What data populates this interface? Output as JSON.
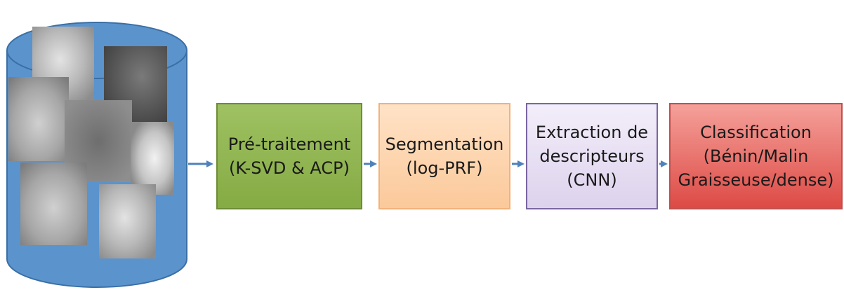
{
  "colors": {
    "database_fill": "#5b93cc",
    "database_stroke": "#3a6fa5",
    "arrow": "#4f81bd",
    "preprocessing_fill": "#8fb34f",
    "segmentation_fill": "#fdd5b1",
    "extraction_fill": "#e8e0f3",
    "classification_fill": "#e8635e"
  },
  "icons": {
    "database": "cylinder-database-icon",
    "thumbnails": "mammogram-image-thumbnail",
    "arrow": "right-arrow-icon"
  },
  "stages": {
    "preprocessing": {
      "label": "Pré-traitement\n(K-SVD & ACP)"
    },
    "segmentation": {
      "label": "Segmentation\n(log-PRF)"
    },
    "extraction": {
      "label": "Extraction de\ndescripteurs\n(CNN)"
    },
    "classification": {
      "label": "Classification\n(Bénin/Malin\nGraisseuse/dense)"
    }
  }
}
